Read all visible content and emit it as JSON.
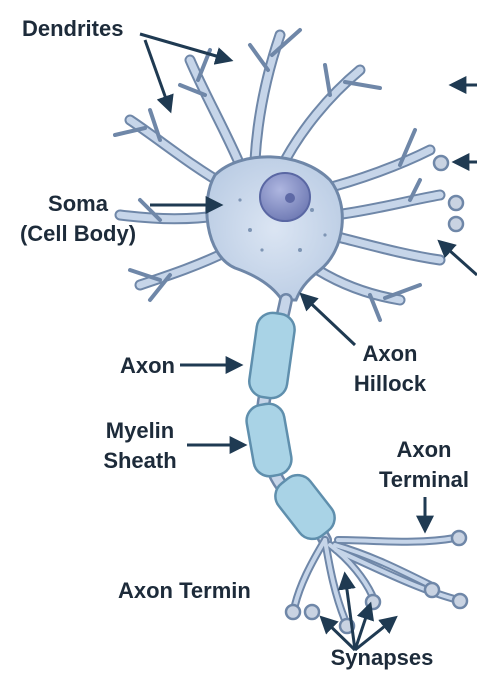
{
  "labels": {
    "dendrites": "Dendrites",
    "soma_line1": "Soma",
    "soma_line2": "(Cell Body)",
    "axon": "Axon",
    "axon_hillock_line1": "Axon",
    "axon_hillock_line2": "Hillock",
    "myelin_line1": "Myelin",
    "myelin_line2": "Sheath",
    "axon_terminal_line1": "Axon",
    "axon_terminal_line2": "Terminal",
    "axon_termin": "Axon Termin",
    "synapses": "Synapses"
  },
  "colors": {
    "cell_fill": "#c6d5e9",
    "cell_stroke": "#6f87a8",
    "nucleus": "#8793c6",
    "myelin_fill": "#a9d3e6",
    "myelin_stroke": "#5f8fad",
    "label_text": "#1d2b3a",
    "arrow": "#1f3a52",
    "terminal_bulb": "#c9d3e2"
  }
}
